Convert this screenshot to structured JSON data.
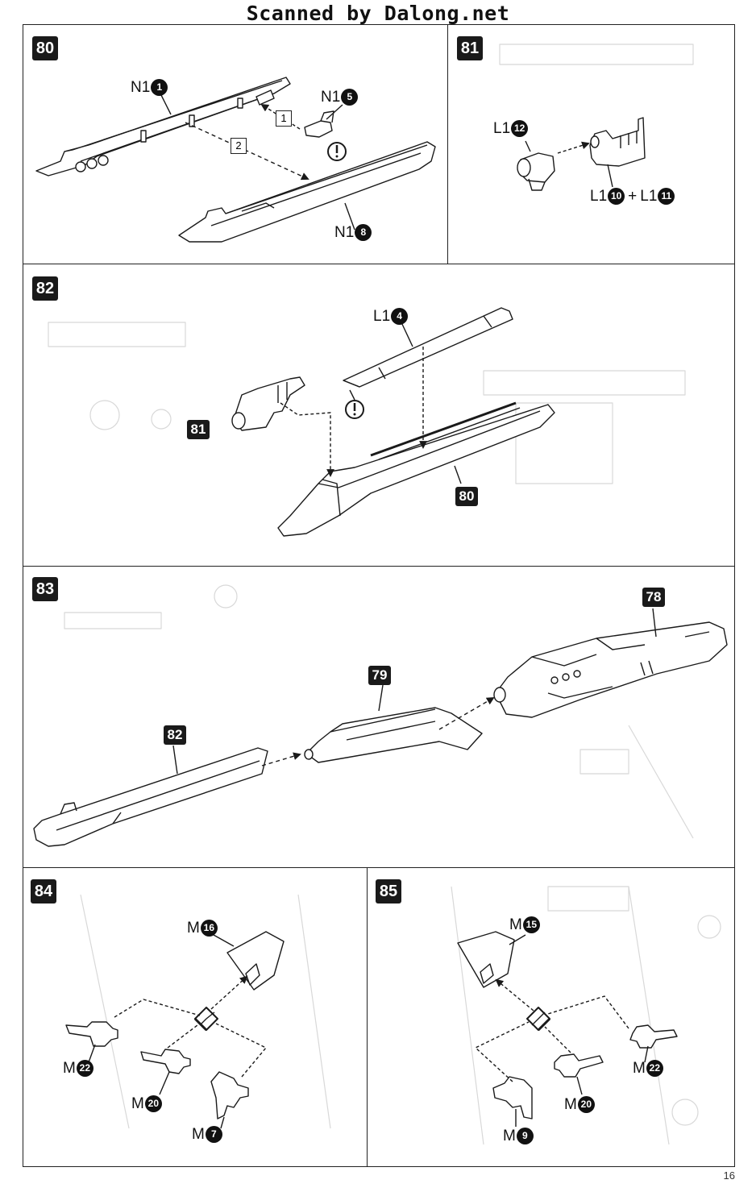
{
  "watermark": "Scanned by Dalong.net",
  "page_number": "16",
  "steps": {
    "s80": {
      "number": "80",
      "parts": {
        "p1": {
          "letter": "N1",
          "num": "1"
        },
        "p2": {
          "letter": "N1",
          "num": "5"
        },
        "p3": {
          "letter": "N1",
          "num": "8"
        }
      },
      "order": [
        "1",
        "2"
      ]
    },
    "s81": {
      "number": "81",
      "parts": {
        "p1": {
          "letter": "L1",
          "num": "12"
        },
        "p2": {
          "letter": "L1",
          "num": "10"
        },
        "p3": {
          "letter": "L1",
          "num": "11"
        }
      },
      "plus": "+"
    },
    "s82": {
      "number": "82",
      "parts": {
        "p1": {
          "letter": "L1",
          "num": "4"
        }
      },
      "refs": [
        "81",
        "80"
      ]
    },
    "s83": {
      "number": "83",
      "refs": [
        "78",
        "79",
        "82"
      ]
    },
    "s84": {
      "number": "84",
      "parts": {
        "p1": {
          "letter": "M",
          "num": "16"
        },
        "p2": {
          "letter": "M",
          "num": "22"
        },
        "p3": {
          "letter": "M",
          "num": "20"
        },
        "p4": {
          "letter": "M",
          "num": "7"
        }
      }
    },
    "s85": {
      "number": "85",
      "parts": {
        "p1": {
          "letter": "M",
          "num": "15"
        },
        "p2": {
          "letter": "M",
          "num": "22"
        },
        "p3": {
          "letter": "M",
          "num": "20"
        },
        "p4": {
          "letter": "M",
          "num": "9"
        }
      }
    }
  },
  "colors": {
    "ink": "#1a1a1a",
    "faint": "#d8d8d8"
  }
}
